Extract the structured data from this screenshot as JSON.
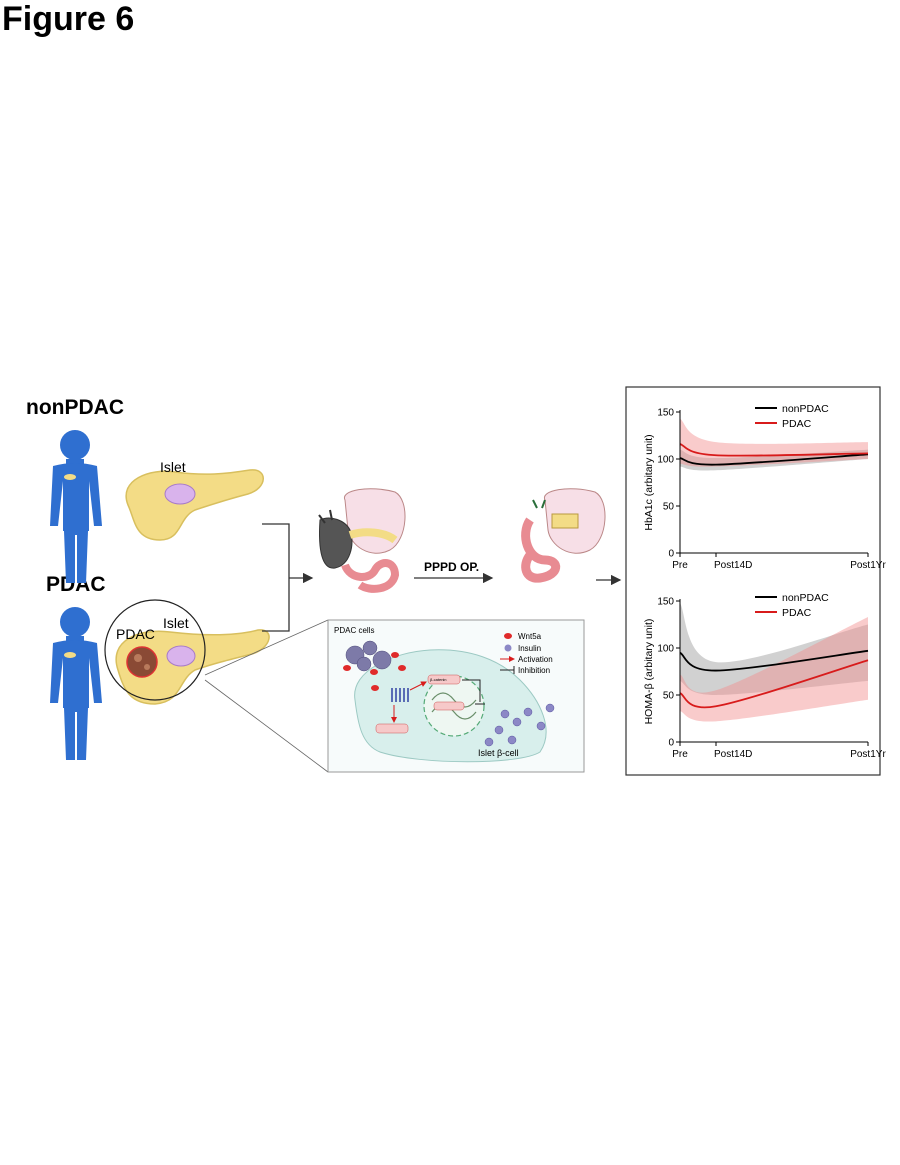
{
  "figure": {
    "title": "Figure 6",
    "group_nonpdac": "nonPDAC",
    "group_pdac": "PDAC",
    "islet_label_top": "Islet",
    "islet_label_bottom": "Islet",
    "pdac_tumor_label": "PDAC",
    "surgery_label": "PPPD OP."
  },
  "mechanism": {
    "cells_label": "PDAC cells",
    "legend": {
      "wnt5a": "Wnt5a",
      "insulin": "Insulin",
      "activation": "Activation",
      "inhibition": "Inhibition"
    },
    "beta_catenin_label": "β-catenin",
    "islet_cell_label": "Islet β-cell"
  },
  "colors": {
    "body_blue": "#2f6fd0",
    "pancreas_yellow": "#f3dc86",
    "islet_purple": "#d9b3ec",
    "nonpdac_line": "#000000",
    "pdac_line": "#d81b1b",
    "nonpdac_band": "#9a9a9a",
    "pdac_band": "#f28b8b"
  },
  "chart_data": [
    {
      "type": "line",
      "x": [
        "Pre",
        "Post14D",
        "Post1Yr"
      ],
      "ylabel": "HbA1c (arbitary unit)",
      "ylim": [
        0,
        150
      ],
      "yticks": [
        "0",
        "50",
        "100",
        "150"
      ],
      "legend_position": "top-right",
      "series": [
        {
          "name": "nonPDAC",
          "values": [
            101,
            94,
            105
          ],
          "lower": [
            92,
            88,
            100
          ],
          "upper": [
            110,
            101,
            110
          ]
        },
        {
          "name": "PDAC",
          "values": [
            116,
            104,
            106
          ],
          "lower": [
            95,
            92,
            100
          ],
          "upper": [
            143,
            118,
            118
          ]
        }
      ]
    },
    {
      "type": "line",
      "x": [
        "Pre",
        "Post14D",
        "Post1Yr"
      ],
      "ylabel": "HOMA-β (arbitary unit)",
      "ylim": [
        0,
        150
      ],
      "yticks": [
        "0",
        "50",
        "100",
        "150"
      ],
      "legend_position": "top-right",
      "series": [
        {
          "name": "nonPDAC",
          "values": [
            95,
            76,
            97
          ],
          "lower": [
            65,
            50,
            65
          ],
          "upper": [
            148,
            85,
            125
          ]
        },
        {
          "name": "PDAC",
          "values": [
            52,
            38,
            87
          ],
          "lower": [
            33,
            22,
            45
          ],
          "upper": [
            72,
            55,
            133
          ]
        }
      ]
    }
  ]
}
